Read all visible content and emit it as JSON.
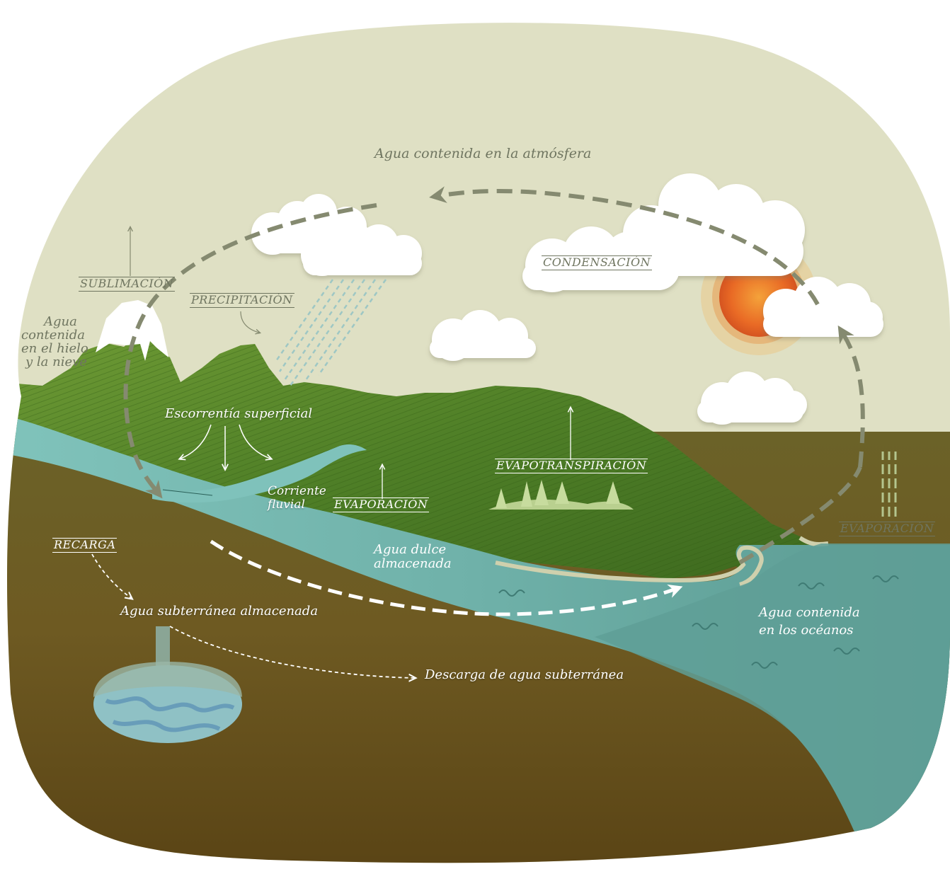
{
  "labels": {
    "atmosphere": "Agua contenida en la atmósfera",
    "ice_snow_1": "Agua",
    "ice_snow_2": "contenida",
    "ice_snow_3": "en el hielo",
    "ice_snow_4": "y la nieve",
    "runoff": "Escorrentía superficial",
    "river_1": "Corriente",
    "river_2": "fluvial",
    "freshwater_1": "Agua dulce",
    "freshwater_2": "almacenada",
    "groundwater_stored": "Agua subterránea almacenada",
    "groundwater_discharge": "Descarga de agua subterránea",
    "ocean_1": "Agua contenida",
    "ocean_2": "en los océanos"
  },
  "processes": {
    "sublimation": "SUBLIMACIÓN",
    "precipitation": "PRECIPITACIÓN",
    "condensation": "CONDENSACIÓN",
    "evapotranspiration": "EVAPOTRANSPIRACIÓN",
    "evaporation_land": "EVAPORACIÓN",
    "evaporation_ocean": "EVAPORACIÓN",
    "recharge": "RECARGA"
  },
  "colors": {
    "sky": "#dfe0c4",
    "mountain_green": "#5f8f2e",
    "hill_brown": "#6f5a24",
    "water_light": "#7fc2bb",
    "ocean": "#5e9e95",
    "sun": "#e7662a",
    "cloud": "#ffffff",
    "arrow_gray": "#858a70",
    "rain_blue": "#9ec7c4"
  }
}
